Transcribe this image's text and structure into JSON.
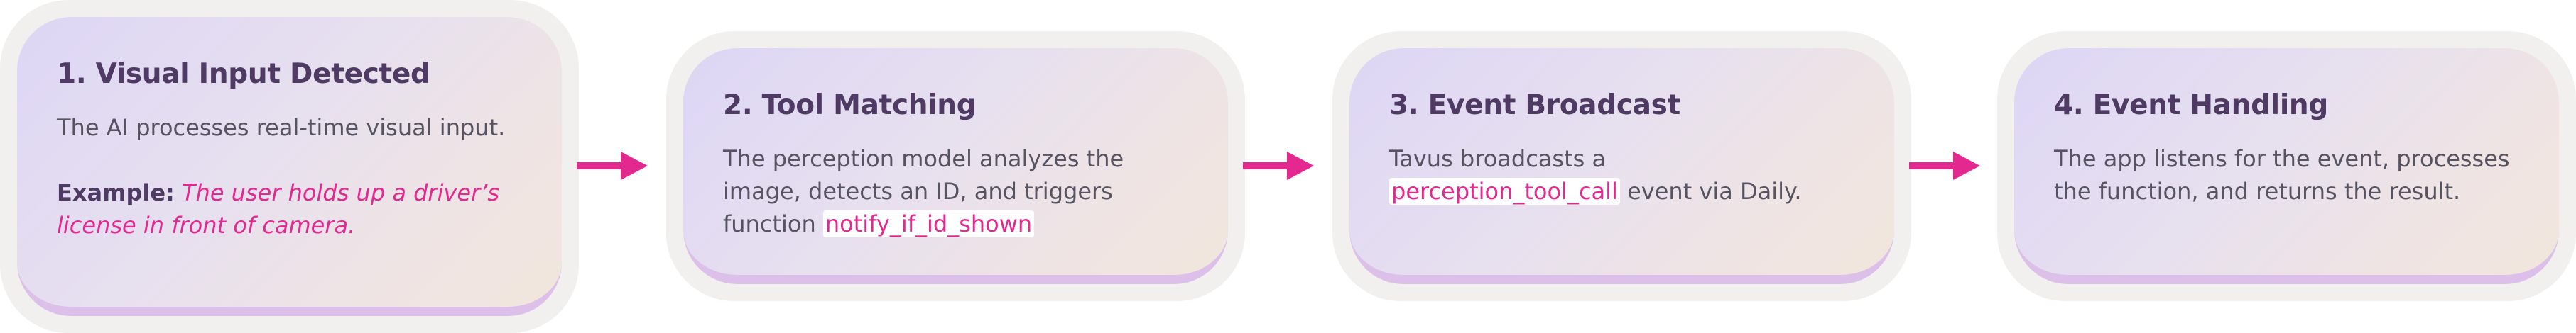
{
  "steps": [
    {
      "title": "1. Visual Input Detected",
      "body": "The AI processes real-time visual input.",
      "example_label": "Example:",
      "example_text": "The user holds up a driver’s license in front of camera."
    },
    {
      "title": "2. Tool Matching",
      "body_before": "The perception model analyzes the image, detects an ID, and triggers function ",
      "code": "notify_if_id_shown"
    },
    {
      "title": "3. Event Broadcast",
      "body_before": "Tavus broadcasts a ",
      "code": "perception_tool_call",
      "body_after": " event via Daily."
    },
    {
      "title": "4. Event Handling",
      "body": "The app listens for the event, processes the function, and returns the result."
    }
  ],
  "colors": {
    "accent": "#e3298f",
    "title": "#4f3a63",
    "text": "#575462",
    "card_border": "#dcc0ea",
    "outer_frame": "#f1f0ee"
  },
  "icons": [
    "arrow-right-icon",
    "arrow-right-icon",
    "arrow-right-icon"
  ]
}
